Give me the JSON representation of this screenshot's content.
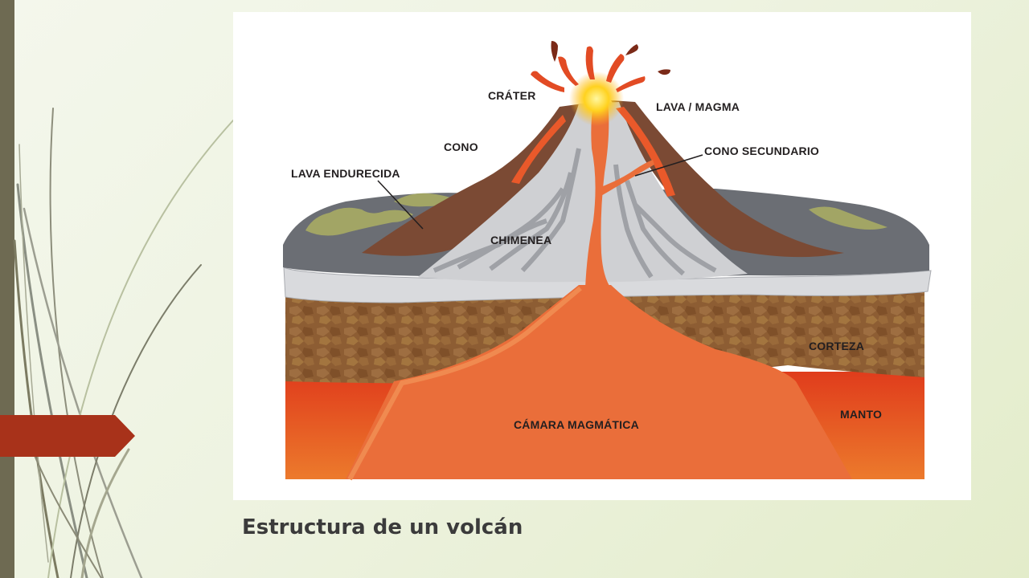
{
  "slide": {
    "caption": "Estructura de un volcán"
  },
  "diagram": {
    "labels": {
      "crater": "CRÁTER",
      "lava_magma": "LAVA / MAGMA",
      "cono": "CONO",
      "cono_secundario": "CONO SECUNDARIO",
      "lava_endurecida": "LAVA ENDURECIDA",
      "chimenea": "CHIMENEA",
      "corteza": "CORTEZA",
      "manto": "MANTO",
      "camara_magmatica": "CÁMARA MAGMÁTICA"
    }
  },
  "colors": {
    "accent": "#a8321a",
    "sidebar": "#6e6a52",
    "magma": "#ea6e3a",
    "mantle": "#e24b24",
    "crust": "#8d5d33",
    "rock": "#6b6e74",
    "cone_layers": "#cfd0d3",
    "grass": "#a2a565"
  }
}
